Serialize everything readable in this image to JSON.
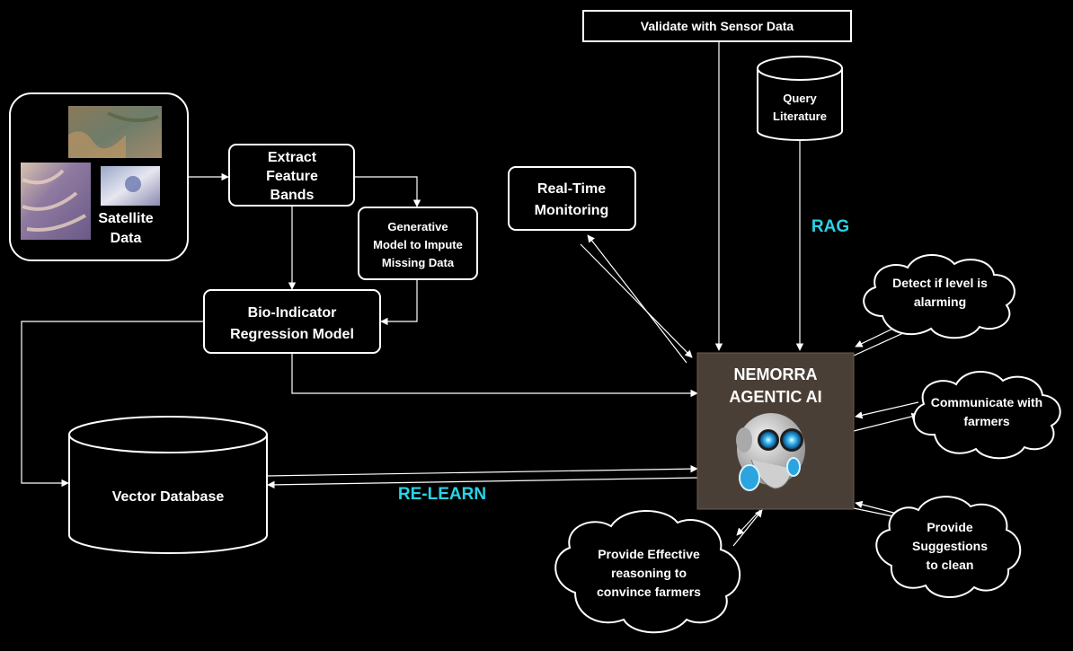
{
  "colors": {
    "background": "#000000",
    "foreground": "#ffffff",
    "accent": "#29d3e6",
    "agent_box": "#4a3f36"
  },
  "nodes": {
    "validate": "Validate with Sensor Data",
    "query_literature": [
      "Query",
      "Literature"
    ],
    "satellite_data": [
      "Satellite",
      "Data"
    ],
    "extract_feature_bands": [
      "Extract",
      "Feature",
      "Bands"
    ],
    "generative_model": [
      "Generative",
      "Model to Impute",
      "Missing Data"
    ],
    "bio_indicator": [
      "Bio-Indicator",
      "Regression Model"
    ],
    "real_time_monitoring": [
      "Real-Time",
      "Monitoring"
    ],
    "vector_database": "Vector Database",
    "agent": [
      "NEMORRA",
      "AGENTIC AI"
    ],
    "detect_alarming": [
      "Detect if level is",
      "alarming"
    ],
    "communicate_farmers": [
      "Communicate with",
      "farmers"
    ],
    "provide_suggestions": [
      "Provide",
      "Suggestions",
      "to clean"
    ],
    "provide_reasoning": [
      "Provide Effective",
      "reasoning to",
      "convince farmers"
    ]
  },
  "edge_labels": {
    "rag": "RAG",
    "relearn": "RE-LEARN"
  },
  "icons": {
    "satellite_images": "satellite-image-icon",
    "robot": "robot-icon"
  }
}
